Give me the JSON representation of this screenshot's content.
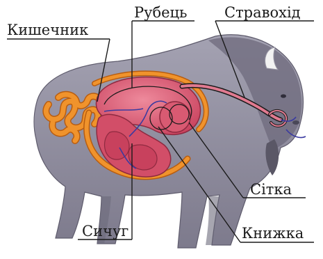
{
  "labels": {
    "intestine": "Кишечник",
    "rumen": "Рубець",
    "esophagus": "Стравохід",
    "reticulum": "Сітка",
    "abomasum": "Сичуг",
    "omasum": "Книжка"
  },
  "colors": {
    "body": "#8f8d9d",
    "body_shade": "#6f6c7e",
    "mane": "#5b5868",
    "stomach": "#d8566e",
    "stomach_dark": "#a8344d",
    "intestine": "#f0932c",
    "intestine_dark": "#b85d10",
    "vessel": "#3a3aa0",
    "leader": "#1a1a1a"
  }
}
